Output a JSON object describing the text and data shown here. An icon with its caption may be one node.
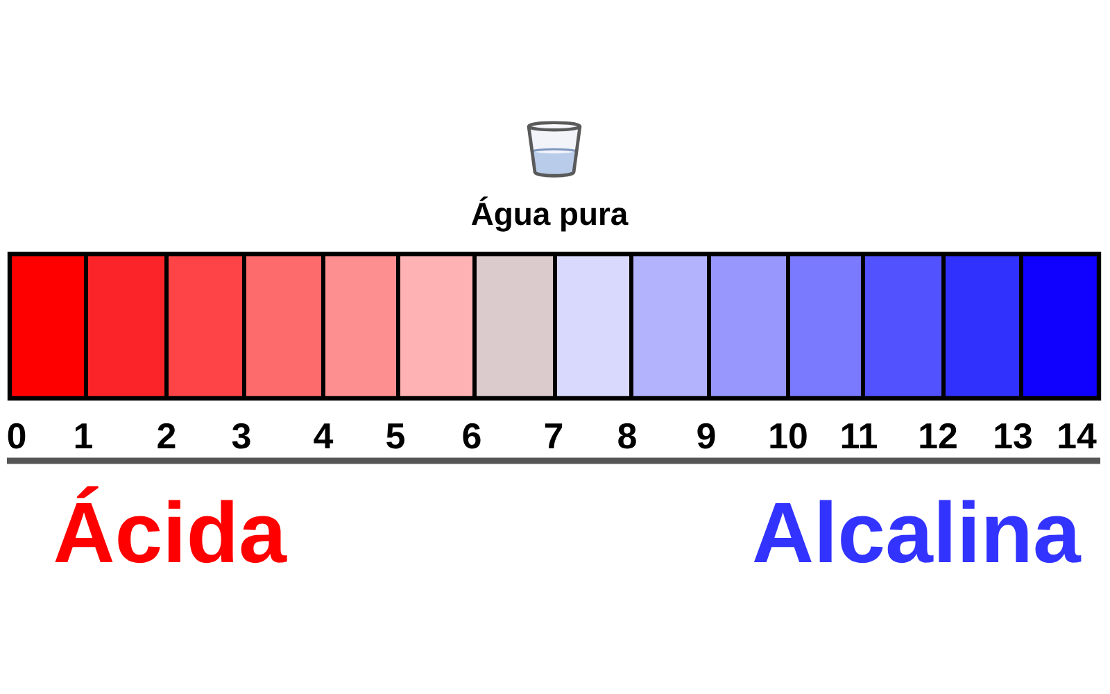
{
  "diagram": {
    "labels": [
      "Água pura",
      "0",
      "1",
      "2",
      "3",
      "4",
      "5",
      "6",
      "7",
      "8",
      "9",
      "10",
      "11",
      "12",
      "13",
      "14",
      "Ácida",
      "Alcalina"
    ]
  }
}
